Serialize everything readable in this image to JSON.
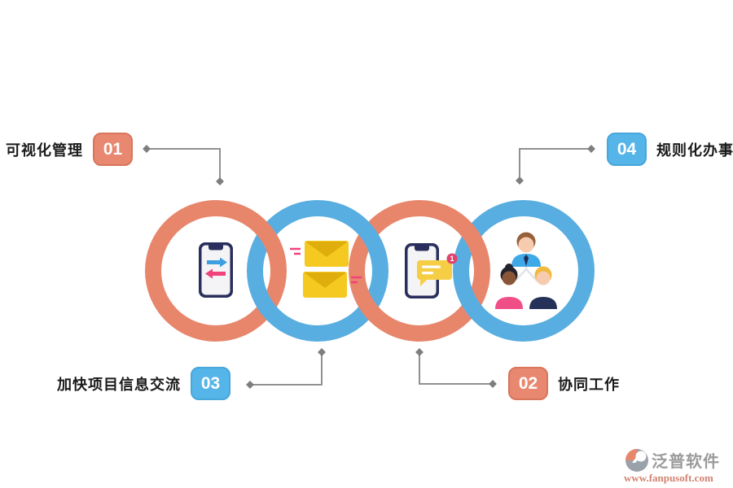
{
  "diagram": {
    "steps": [
      {
        "number": "01",
        "label": "可视化管理",
        "color": "salmon",
        "icon": "phone-sync-icon"
      },
      {
        "number": "02",
        "label": "协同工作",
        "color": "salmon",
        "icon": "phone-message-icon"
      },
      {
        "number": "03",
        "label": "加快项目信息交流",
        "color": "blue",
        "icon": "mail-icon"
      },
      {
        "number": "04",
        "label": "规则化办事",
        "color": "blue",
        "icon": "team-icon"
      }
    ],
    "notification_count": "1"
  },
  "watermark": {
    "brand": "泛普软件",
    "url": "www.fanpusoft.com"
  },
  "colors": {
    "salmon": "#E8866C",
    "blue": "#58AEE0",
    "badge_salmon": "#E98870",
    "badge_salmon_border": "#D8755C",
    "badge_blue": "#56B5E8",
    "badge_blue_border": "#47A6DA",
    "connector": "#909090",
    "diamond": "#7E7E7E",
    "label_text": "#1A1A1A",
    "phone_frame": "#2A2E5C",
    "phone_screen": "#F4F4F6",
    "arrow_blue": "#3D9FE0",
    "accent_pink": "#F0437B",
    "envelope": "#F5C91F",
    "envelope_flap": "#DFAE0C",
    "bubble": "#F6CE45",
    "bubble_line": "#FFFFFF",
    "notification": "#E0446E",
    "org_line": "#E4E4E8",
    "skin_light": "#F6CBB0",
    "skin_dark": "#8A5638",
    "hair_brown": "#96603A",
    "hair_black": "#23232E",
    "hair_blond": "#F2B93F",
    "shirt_blue": "#3FA9E8",
    "shirt_pink": "#F04E87",
    "shirt_navy": "#253158",
    "tie_navy": "#1F2C55",
    "logo_gray": "#9AA1AB",
    "brand_gray": "#9B9B9B",
    "url_color": "#D28271"
  }
}
